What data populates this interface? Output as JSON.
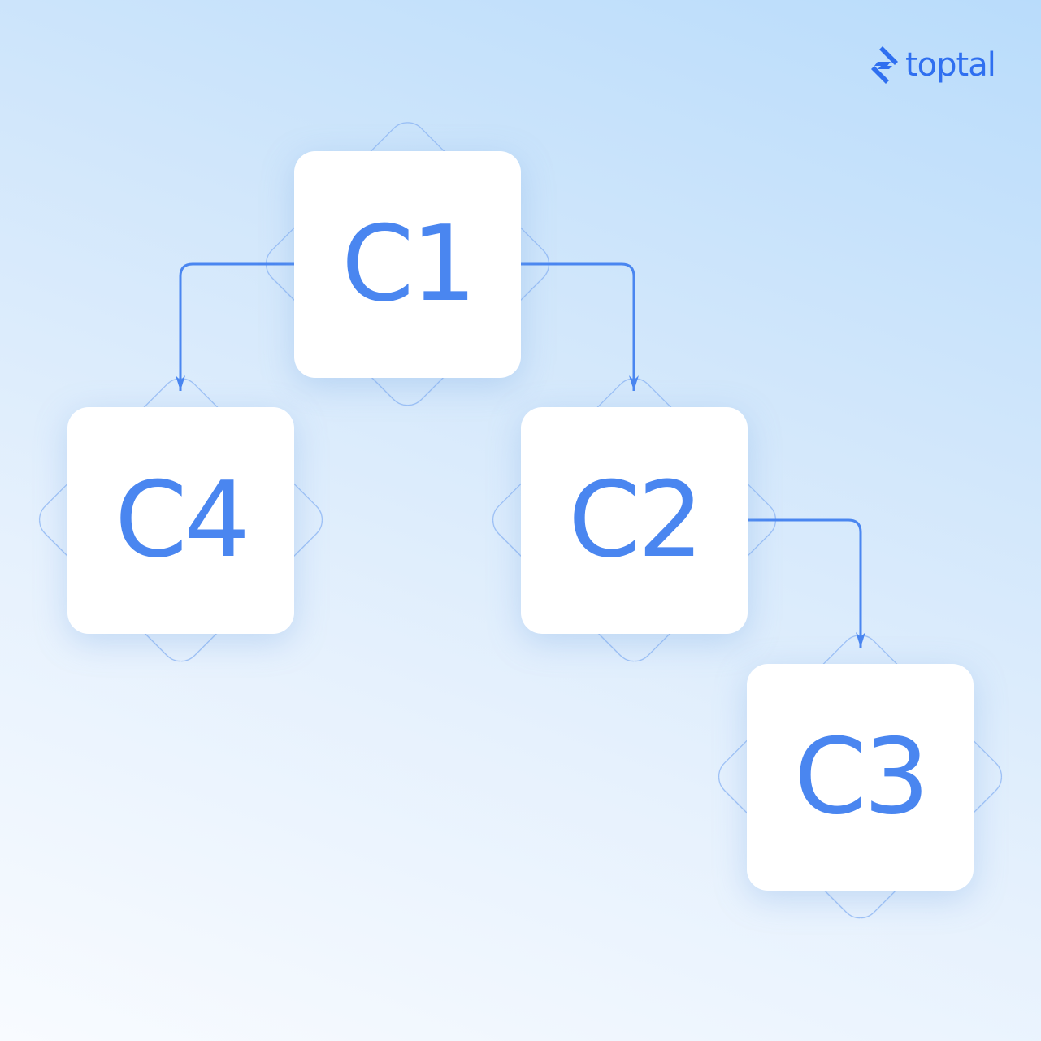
{
  "brand": {
    "name": "toptal",
    "color": "#2f6ff0"
  },
  "colors": {
    "accent": "#4a86f0",
    "node_background": "#ffffff",
    "diamond_outline": "#8bb4f3"
  },
  "diagram": {
    "nodes": [
      {
        "id": "c1",
        "label": "C1"
      },
      {
        "id": "c4",
        "label": "C4"
      },
      {
        "id": "c2",
        "label": "C2"
      },
      {
        "id": "c3",
        "label": "C3"
      }
    ],
    "edges": [
      {
        "from": "c1",
        "to": "c4"
      },
      {
        "from": "c1",
        "to": "c2"
      },
      {
        "from": "c2",
        "to": "c3"
      }
    ]
  }
}
